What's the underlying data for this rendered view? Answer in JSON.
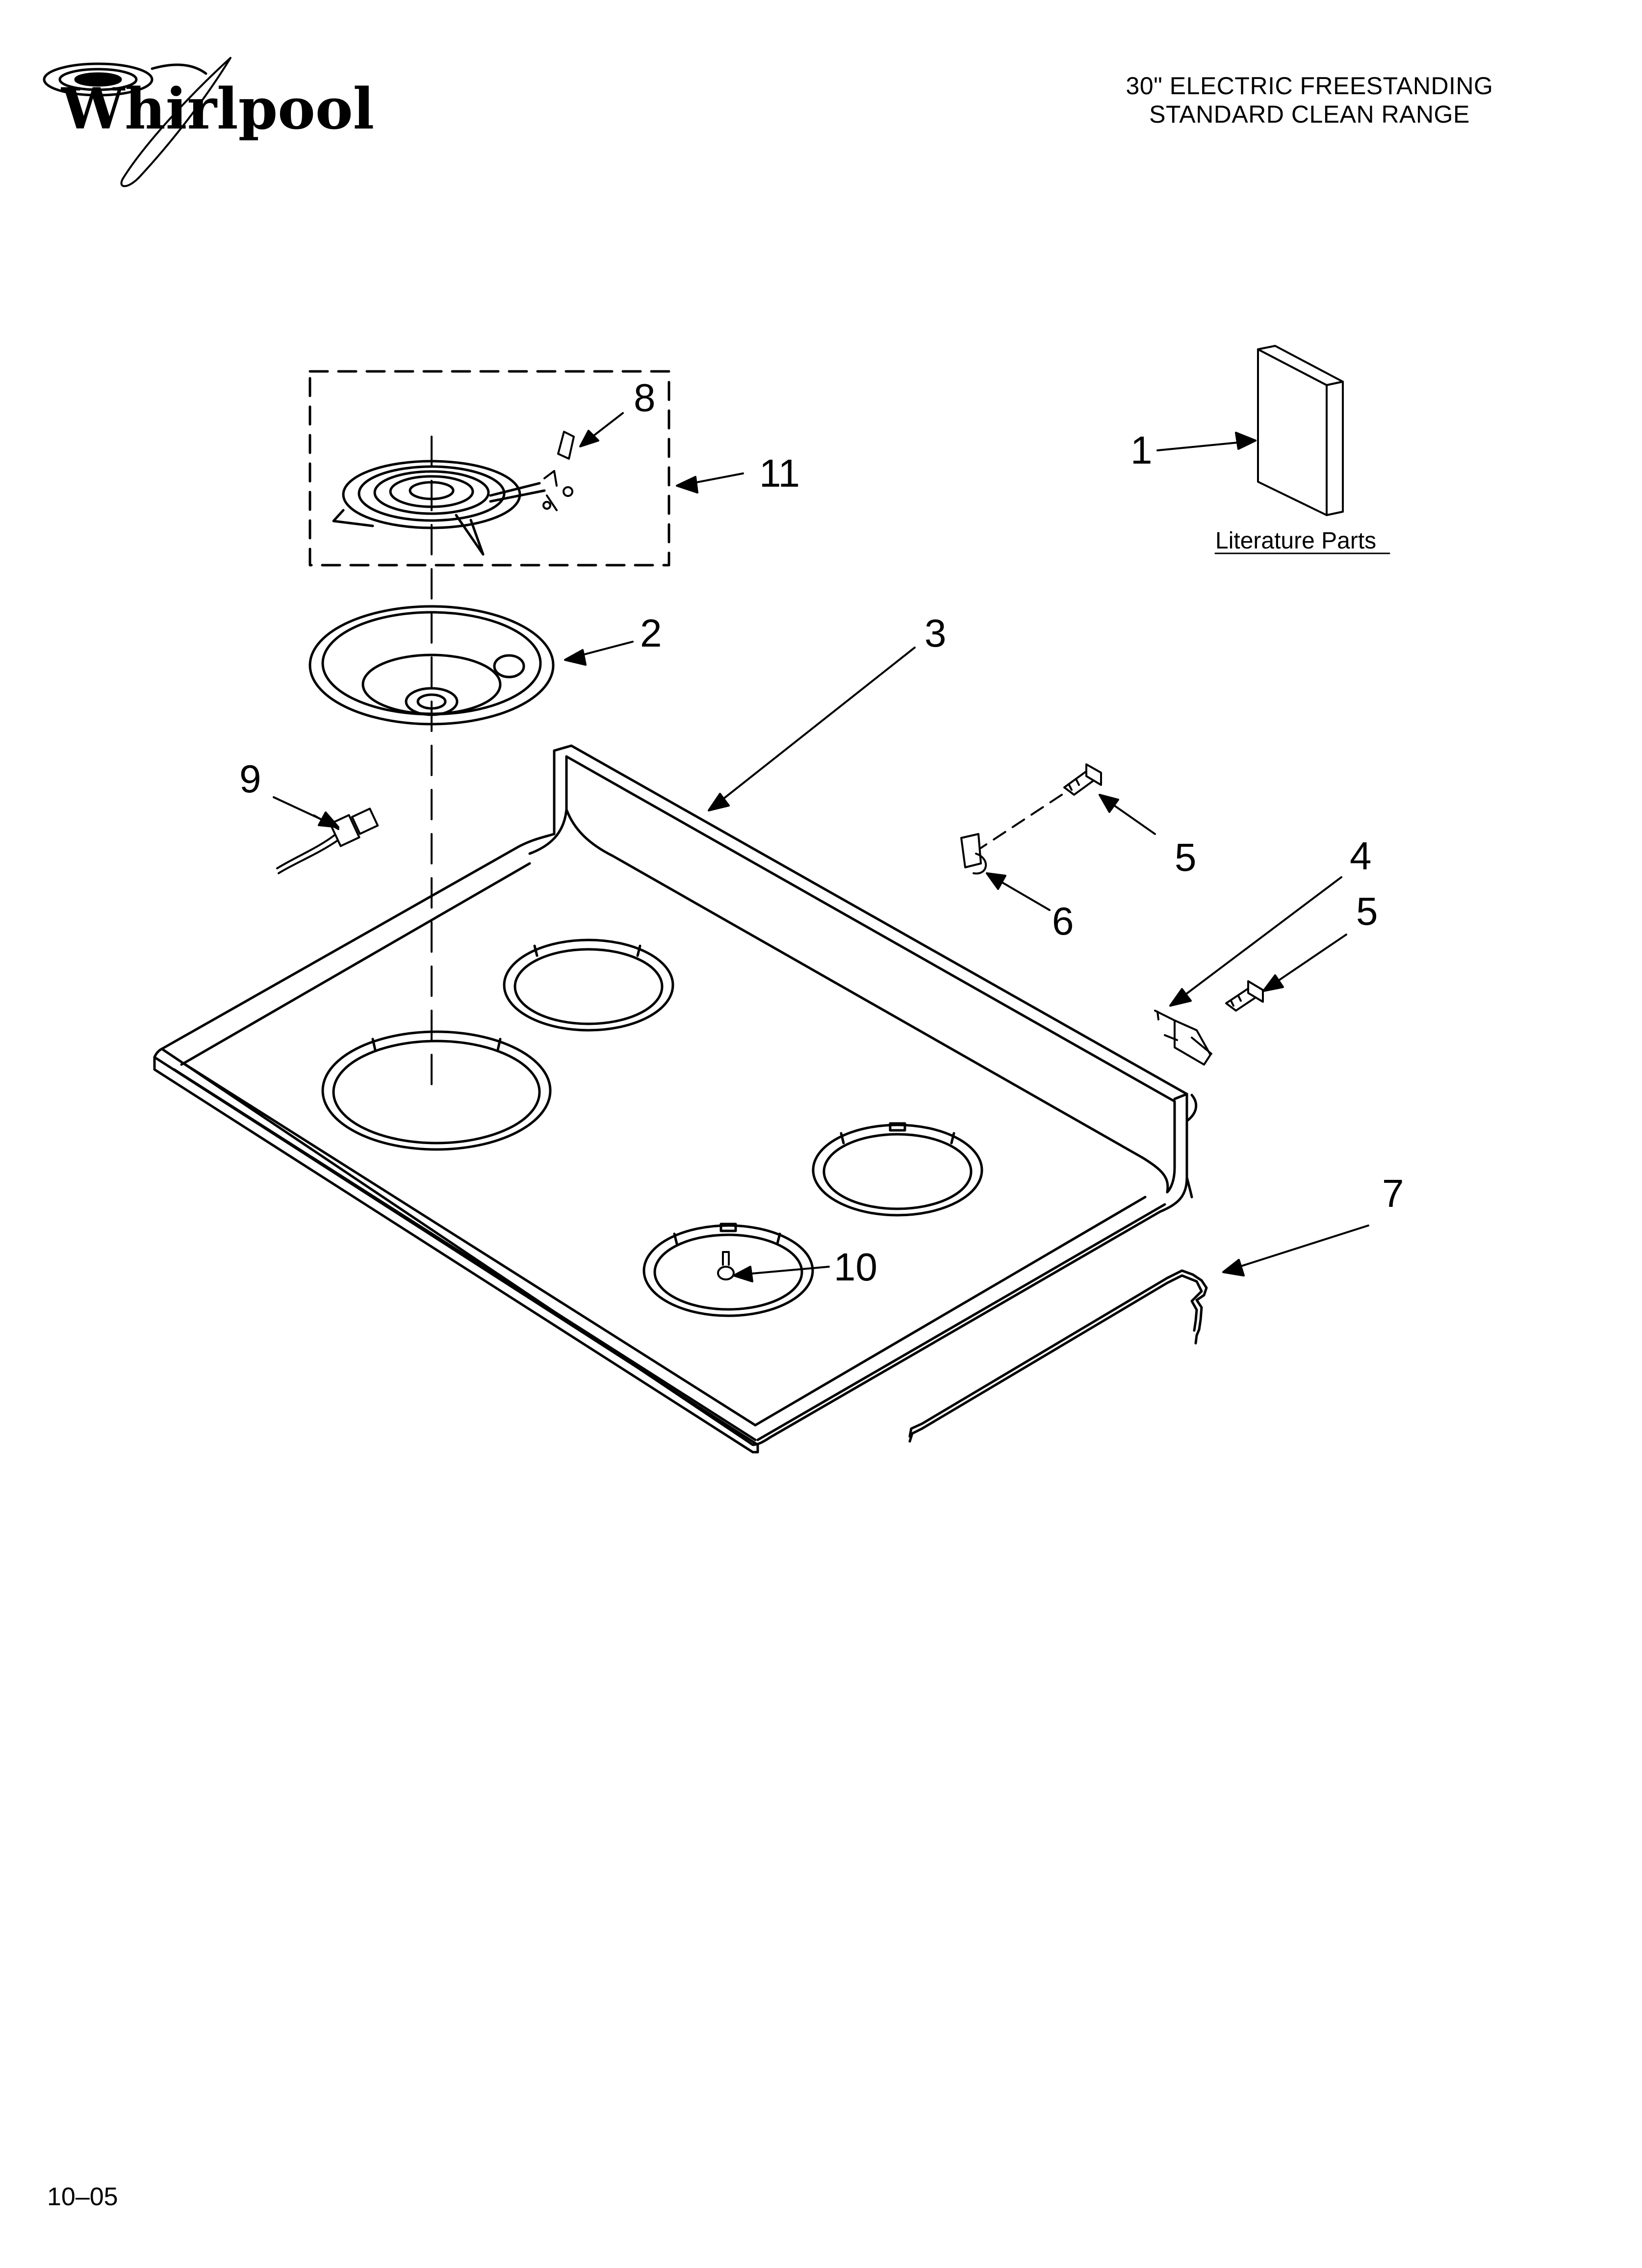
{
  "brand": {
    "name": "Whirlpool"
  },
  "header": {
    "title_line1": "30\" ELECTRIC FREESTANDING",
    "title_line2": "STANDARD CLEAN RANGE"
  },
  "footer": {
    "code": "10–05"
  },
  "literature": {
    "label": "Literature Parts"
  },
  "callouts": {
    "c1": "1",
    "c2": "2",
    "c3": "3",
    "c4": "4",
    "c5a": "5",
    "c5b": "5",
    "c6": "6",
    "c7": "7",
    "c8": "8",
    "c9": "9",
    "c10": "10",
    "c11": "11"
  },
  "colors": {
    "ink": "#000000",
    "paper": "#ffffff"
  }
}
